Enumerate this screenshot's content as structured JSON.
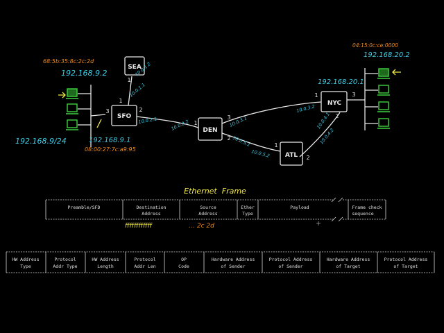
{
  "colors": {
    "background": "#000000",
    "ink_white": "#e8e8e8",
    "ink_cyan": "#3ecbe6",
    "ink_orange": "#f08a1e",
    "ink_yellow": "#f2e84a",
    "ink_green": "#3fd13f",
    "table_text": "#e0e0e0"
  },
  "routers": {
    "sea": "SEA",
    "sfo": "SFO",
    "den": "DEN",
    "atl": "ATL",
    "nyc": "NYC"
  },
  "ports": {
    "sea_1": "1",
    "sfo_1": "1",
    "sfo_2": "2",
    "sfo_3": "3",
    "den_1": "1",
    "den_2": "2",
    "den_3": "3",
    "atl_1": "1",
    "atl_2": "2",
    "nyc_1": "1",
    "nyc_2": "2",
    "nyc_3": "3"
  },
  "link_addresses": {
    "sea_sfo_a": "10.0.1.2",
    "sea_sfo_b": "10.0.1.1",
    "sfo_den_a": "10.0.2.1",
    "sfo_den_b": "10.0.2.2",
    "den_nyc_a": "10.0.3.1",
    "den_nyc_b": "10.0.3.2",
    "den_atl_a": "10.0.5.1",
    "den_atl_b": "10.0.5.2",
    "atl_nyc_a": "10.0.4.1",
    "atl_nyc_b": "10.0.4.2"
  },
  "west_lan": {
    "host_mac": "68:5b:35:8c:2c:2d",
    "host_ip": "192.168.9.2",
    "subnet": "192.168.9/24",
    "router_ip": "192.168.9.1",
    "router_mac": "08:00:27:7c:a9:95"
  },
  "east_lan": {
    "host_mac": "04:15:0c:ce:0000",
    "host_ip": "192.168.20.2",
    "router_ip": "192.168.20.1"
  },
  "ethernet_frame": {
    "title": "Ethernet  Frame",
    "fields": [
      {
        "line1": "Preamble/SFD",
        "line2": ""
      },
      {
        "line1": "Destination",
        "line2": "Address"
      },
      {
        "line1": "Source",
        "line2": "Address"
      },
      {
        "line1": "Ether",
        "line2": "Type"
      },
      {
        "line1": "Payload",
        "line2": ""
      },
      {
        "line1": "Frame check",
        "line2": "sequence"
      }
    ],
    "dest_annotation": "ffffffffffff",
    "src_annotation": "… 2c 2d"
  },
  "arp_table": {
    "fields": [
      {
        "line1": "HW Address",
        "line2": "Type"
      },
      {
        "line1": "Protocol",
        "line2": "Addr Type"
      },
      {
        "line1": "HW Address",
        "line2": "Length"
      },
      {
        "line1": "Protocol",
        "line2": "Addr Len"
      },
      {
        "line1": "OP",
        "line2": "Code"
      },
      {
        "line1": "Hardware Address",
        "line2": "of Sender"
      },
      {
        "line1": "Protocol Address",
        "line2": "of Sender"
      },
      {
        "line1": "Hardware Address",
        "line2": "of Target"
      },
      {
        "line1": "Protocol Address",
        "line2": "of Target"
      }
    ]
  }
}
